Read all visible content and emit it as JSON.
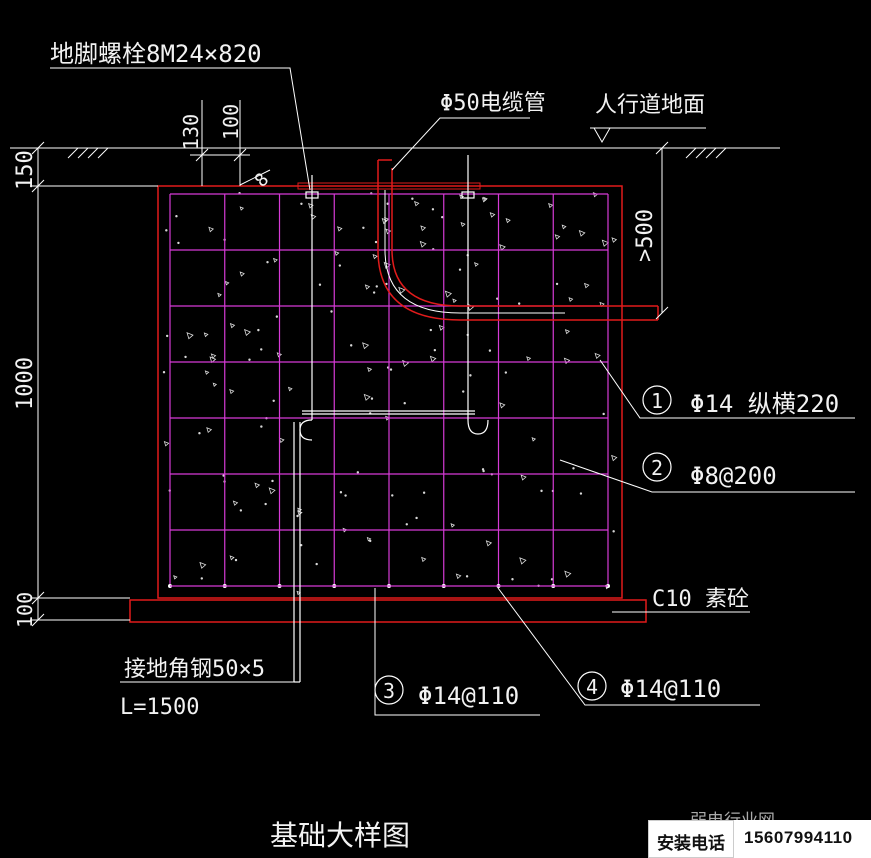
{
  "diagram": {
    "title": "基础大样图",
    "labels": {
      "anchor_bolt": "地脚螺栓8M24×820",
      "cable_conduit": "Φ50电缆管",
      "sidewalk_surface": "人行道地面",
      "dim_130": "130",
      "dim_100_top": "100",
      "dim_8": "8",
      "dim_150": "150",
      "dim_1000": "1000",
      "dim_100_bottom": "100",
      "dim_500": ">500",
      "item1_no": "1",
      "item1_spec": "Φ14 纵横220",
      "item2_no": "2",
      "item2_spec": "Φ8@200",
      "c10": "C10 素砼",
      "ground_angle": "接地角钢50×5",
      "ground_len": "L=1500",
      "item3_no": "3",
      "item3_spec": "Φ14@110",
      "item4_no": "4",
      "item4_spec": "Φ14@110"
    }
  },
  "watermark": {
    "site": "弱电行业网",
    "phone_label": "安装电话",
    "phone_number": "15607994110"
  },
  "colors": {
    "concrete_outline": "#e11b1b",
    "rebar": "#d63bd6",
    "dim_line": "#ffffff"
  }
}
